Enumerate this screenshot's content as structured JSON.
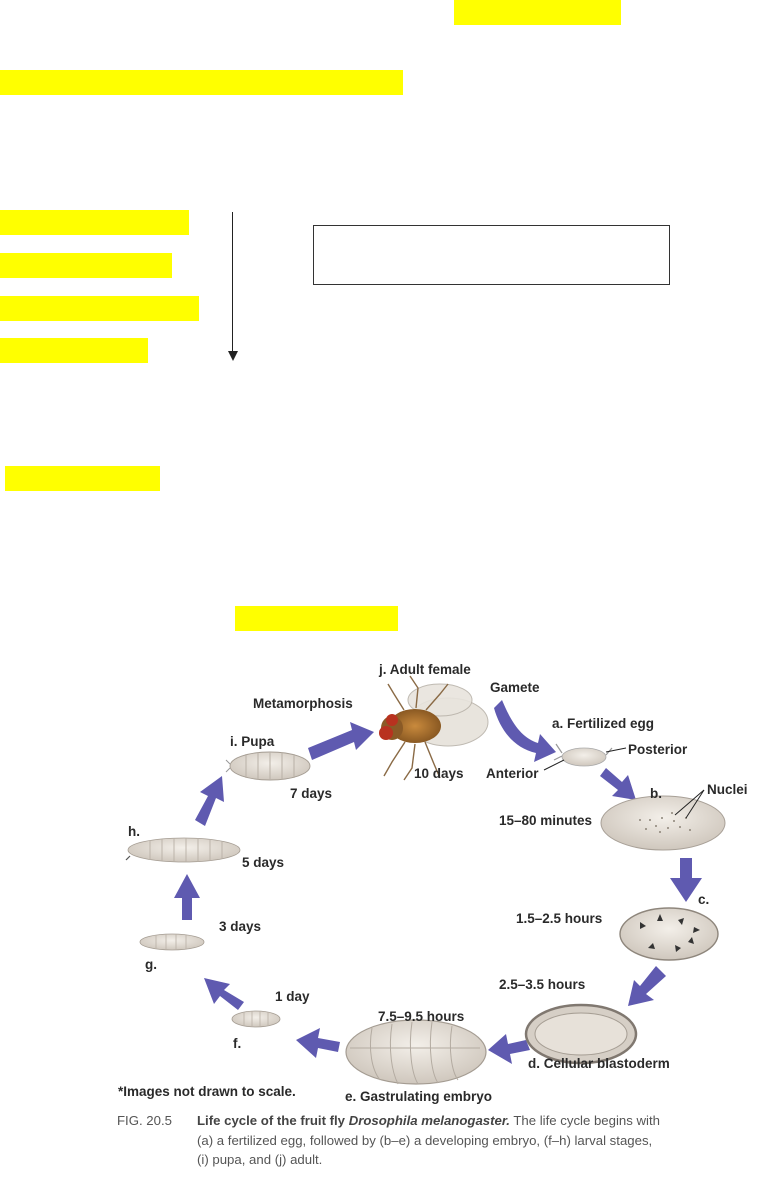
{
  "figure": {
    "labels": {
      "j": "j. Adult female",
      "gamete": "Gamete",
      "metamorphosis": "Metamorphosis",
      "a": "a. Fertilized egg",
      "posterior": "Posterior",
      "anterior": "Anterior",
      "ten_days": "10 days",
      "i": "i. Pupa",
      "seven_days": "7 days",
      "b": "b.",
      "nuclei": "Nuclei",
      "b_time": "15–80 minutes",
      "h": "h.",
      "five_days": "5 days",
      "c": "c.",
      "c_time": "1.5–2.5 hours",
      "three_days": "3 days",
      "g": "g.",
      "d_time": "2.5–3.5 hours",
      "one_day": "1 day",
      "e_time": "7.5–9.5 hours",
      "f": "f.",
      "d": "d. Cellular blastoderm",
      "note": "*Images not drawn to scale.",
      "e": "e. Gastrulating embryo"
    },
    "colors": {
      "arrow": "#5f5ab0",
      "highlight": "#ffff00"
    }
  },
  "caption": {
    "fig_number": "FIG. 20.5",
    "title_prefix": "Life cycle of the fruit fly ",
    "title_species": "Drosophila melanogaster.",
    "line1_tail": " The life cycle begins with",
    "line2": "(a) a fertilized egg, followed by (b–e) a developing embryo, (f–h) larval stages,",
    "line3": "(i) pupa, and (j) adult."
  }
}
